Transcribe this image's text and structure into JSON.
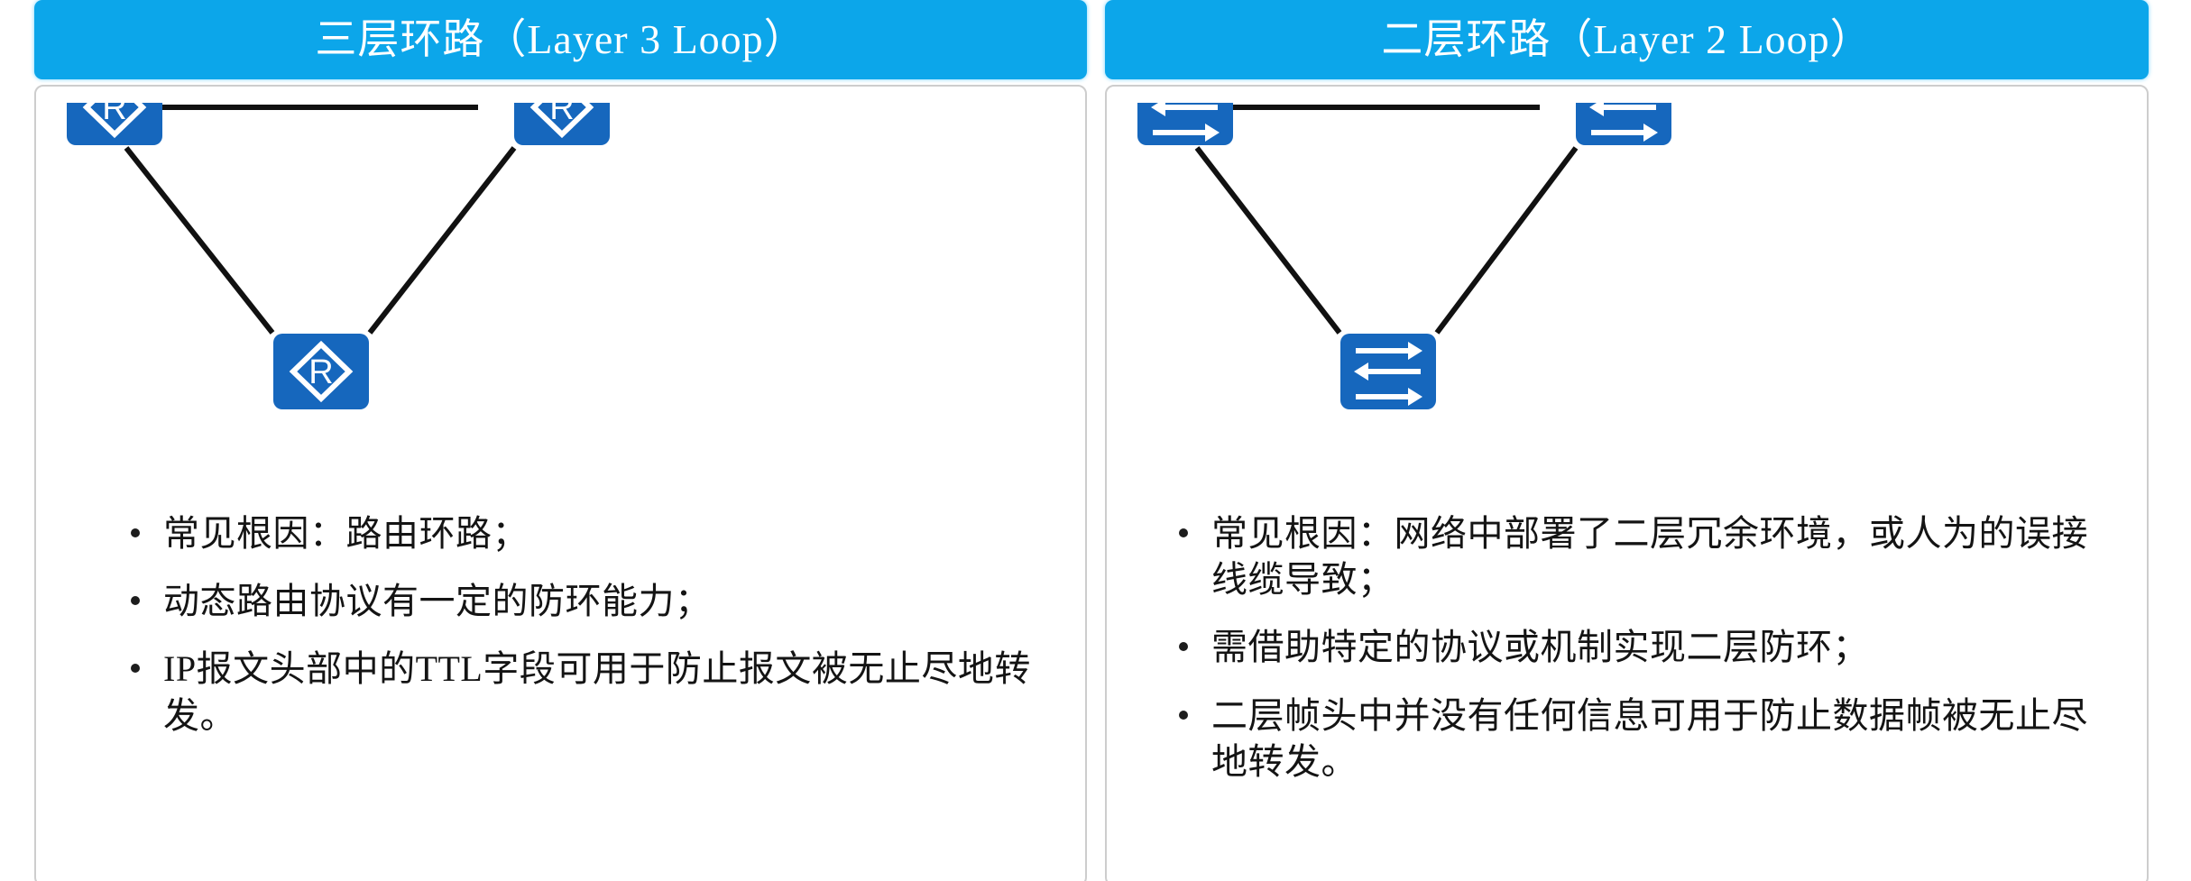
{
  "theme": {
    "header_blue": "#0CA6EA",
    "node_blue": "#1667BD",
    "node_glyph": "#FFFFFF",
    "link_color": "#111111",
    "card_border": "#CDCDCD",
    "marker_red": "#EE2211",
    "text_color": "#141414"
  },
  "panels": [
    {
      "id": "layer3",
      "header": {
        "title": "三层环路（Layer 3 Loop）"
      },
      "diagram": {
        "topology": "triangle",
        "device_type": "router",
        "device_icon": "router-icon",
        "device_glyph": "R",
        "nodes": [
          {
            "name": "router-top-left",
            "label": "R"
          },
          {
            "name": "router-top-right",
            "label": "R"
          },
          {
            "name": "router-bottom",
            "label": "R"
          }
        ],
        "links": [
          {
            "from": "router-top-left",
            "to": "router-top-right"
          },
          {
            "from": "router-top-left",
            "to": "router-bottom"
          },
          {
            "from": "router-top-right",
            "to": "router-bottom"
          }
        ],
        "markers": [
          {
            "name": "red-cross-marker",
            "icon": "cross-icon",
            "color": "#EE2211"
          }
        ]
      },
      "bullets": [
        "常见根因：路由环路；",
        "动态路由协议有一定的防环能力；",
        "IP报文头部中的TTL字段可用于防止报文被无止尽地转发。"
      ]
    },
    {
      "id": "layer2",
      "header": {
        "title": "二层环路（Layer 2 Loop）"
      },
      "diagram": {
        "topology": "triangle",
        "device_type": "switch",
        "device_icon": "switch-icon",
        "device_glyph": "⇄",
        "nodes": [
          {
            "name": "switch-top-left",
            "label": "⇄"
          },
          {
            "name": "switch-top-right",
            "label": "⇄"
          },
          {
            "name": "switch-bottom",
            "label": "⇄"
          }
        ],
        "links": [
          {
            "from": "switch-top-left",
            "to": "switch-top-right"
          },
          {
            "from": "switch-top-left",
            "to": "switch-bottom"
          },
          {
            "from": "switch-top-right",
            "to": "switch-bottom"
          }
        ],
        "markers": []
      },
      "bullets": [
        "常见根因：网络中部署了二层冗余环境，或人为的误接线缆导致；",
        "需借助特定的协议或机制实现二层防环；",
        "二层帧头中并没有任何信息可用于防止数据帧被无止尽地转发。"
      ]
    }
  ]
}
